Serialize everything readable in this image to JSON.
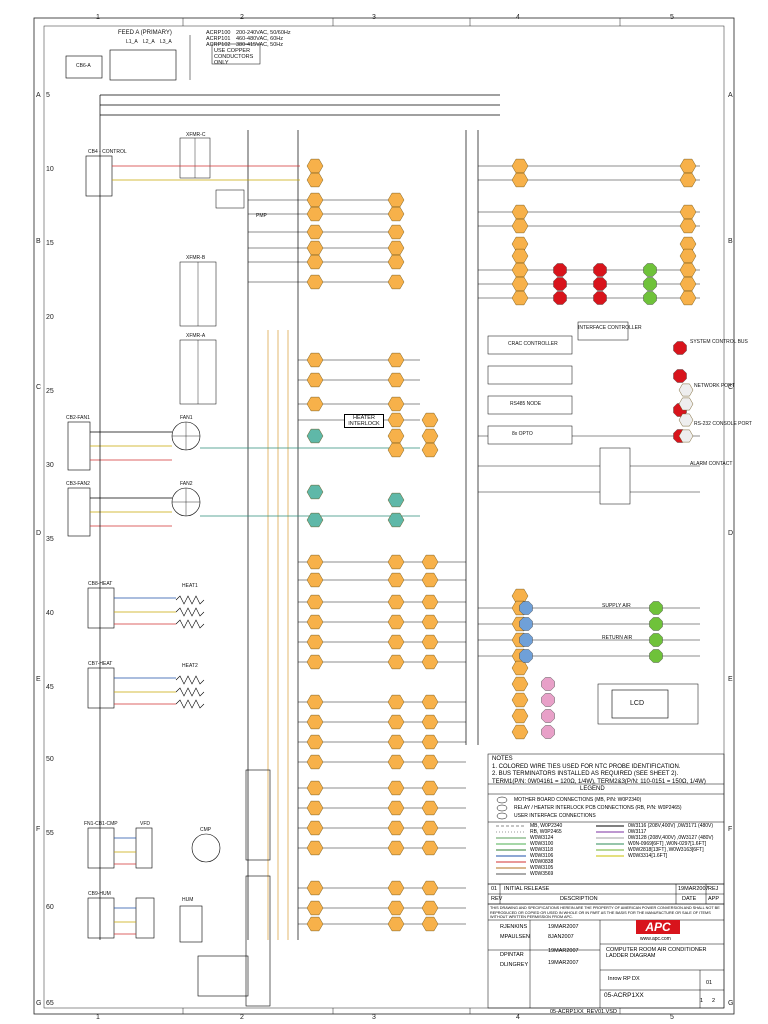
{
  "grid": {
    "columns": [
      "1",
      "2",
      "3",
      "4",
      "5"
    ],
    "rows_letters": [
      "A",
      "B",
      "C",
      "D",
      "E",
      "F",
      "G"
    ],
    "rows_numbers": [
      "5",
      "10",
      "15",
      "20",
      "25",
      "30",
      "35",
      "40",
      "45",
      "50",
      "55",
      "60",
      "65"
    ]
  },
  "feed": {
    "title": "FEED A (PRIMARY)",
    "terminals": [
      "L1_A",
      "L2_A",
      "L3_A"
    ],
    "models": [
      "ACRP100",
      "ACRP101",
      "ACRP102"
    ],
    "voltages": [
      "200-240VAC, 50/60Hz",
      "460-480VAC, 60Hz",
      "380-415VAC, 50Hz"
    ],
    "copper_note": "USE COPPER CONDUCTORS ONLY",
    "breaker": "CB6-A"
  },
  "components": {
    "cb4_control": "CB4 - CONTROL",
    "xfmr_c": "XFMR-C",
    "xfmr_b": "XFMR-B",
    "xfmr_a": "XFMR-A",
    "cb2_fan1": "CB2-FAN1",
    "cb3_fan2": "CB3-FAN2",
    "fan1": "FAN1",
    "fan2": "FAN2",
    "cb8_heat": "CB8-HEAT",
    "cb7_heat": "CB7-HEAT",
    "heat1": "HEAT1",
    "heat2": "HEAT2",
    "cb_cmp": "FN1-CB1-CMP",
    "vfd": "VFD",
    "cmp": "CMP",
    "cb9_hum": "CB9-HUM",
    "hum": "HUM",
    "heater_interlock": "HEATER INTERLOCK",
    "lcd": "LCD",
    "pmp": "PMP"
  },
  "controllers": {
    "crac": "CRAC CONTROLLER",
    "interface": "INTERFACE CONTROLLER",
    "rs485": "RS485 NODE",
    "opto": "8x OPTO",
    "supply_air": "SUPPLY AIR",
    "return_air": "RETURN AIR",
    "network_port": "NETWORK PORT",
    "console_port": "RS-232 CONSOLE PORT",
    "alarm_contact": "ALARM CONTACT",
    "system_control_bus": "SYSTEM CONTROL BUS"
  },
  "notes": {
    "heading": "NOTES",
    "items": [
      "1.   COLORED WIRE TIES USED FOR NTC PROBE IDENTIFICATION.",
      "2.   BUS TERMINATORS INSTALLED AS REQUIRED (SEE SHEET 2).",
      "      TERM1(P/N: 0W04161 = 120Ω, 1/4W), TERM2&3(P/N: 110-0151 = 150Ω, 1/4W)"
    ],
    "legend_heading": "LEGEND",
    "symbols": [
      "MOTHER BOARD CONNECTIONS (MB, P/N: W0P2340)",
      "RELAY / HEATER INTERLOCK PCB CONNECTIONS (RB, P/N: W0P2465)",
      "USER INTERFACE CONNECTIONS"
    ]
  },
  "wire_legend": {
    "left": [
      "MB, W0P2340",
      "RB, W0P2465",
      "W0W3124",
      "W0W3100",
      "W0W3118",
      "W0W3106",
      "W0W0838",
      "W0W3105",
      "W0W3569"
    ],
    "right": [
      "0W3116 (208V,400V) ,0W3171 (480V)",
      "0W3117",
      "0W3128 (208V,400V) ,0W3127 (480V)",
      "W0N-0969[6FT] ,W0N-0297[1.6FT]",
      "W0W2818[13FT] ,W0W3163[6FT]",
      "W0W3314[1.6FT]"
    ],
    "colors": {
      "left": [
        "#888888",
        "#999999",
        "#5a9e5a",
        "#4caf50",
        "#2e7d32",
        "#1e4fa8",
        "#d23030",
        "#b07020",
        "#555555"
      ],
      "right": [
        "#000000",
        "#7b2fa0",
        "#a0a0a0",
        "#2e8b57",
        "#6fb02e",
        "#c8c000"
      ]
    }
  },
  "revision": {
    "number": "01",
    "description": "INITIAL RELEASE",
    "date": "19MAR2007",
    "approver": "REJ",
    "headers": [
      "REV",
      "DESCRIPTION",
      "DATE",
      "APP"
    ]
  },
  "title_block": {
    "disclaimer": "THIS DRAWING AND SPECIFICATIONS HEREIN ARE THE PROPERTY OF AMERICAN POWER CONVERSION AND SHALL NOT BE REPRODUCED OR COPIED OR USED IN WHOLE OR IN PART AS THE BASIS FOR THE MANUFACTURE OR SALE OF ITEMS WITHOUT WRITTEN PERMISSION FROM APC.",
    "people": [
      {
        "name": "RJENKINS",
        "date": "19MAR2007"
      },
      {
        "name": "MPAULSEN",
        "date": "8JAN2007"
      },
      {
        "name": "DPINTAR",
        "date": "19MAR2007"
      },
      {
        "name": "DLINGREY",
        "date": "19MAR2007"
      }
    ],
    "brand": "APC",
    "url": "www.apc.com",
    "title": "COMPUTER ROOM AIR CONDITIONER LADDER DIAGRAM",
    "subtitle": "Inrow RP DX",
    "drawing_number": "05-ACRP1XX",
    "rev": "01",
    "sheet": "1",
    "of": "2",
    "file": "05-ACRP1XX_REV01.VSD"
  }
}
